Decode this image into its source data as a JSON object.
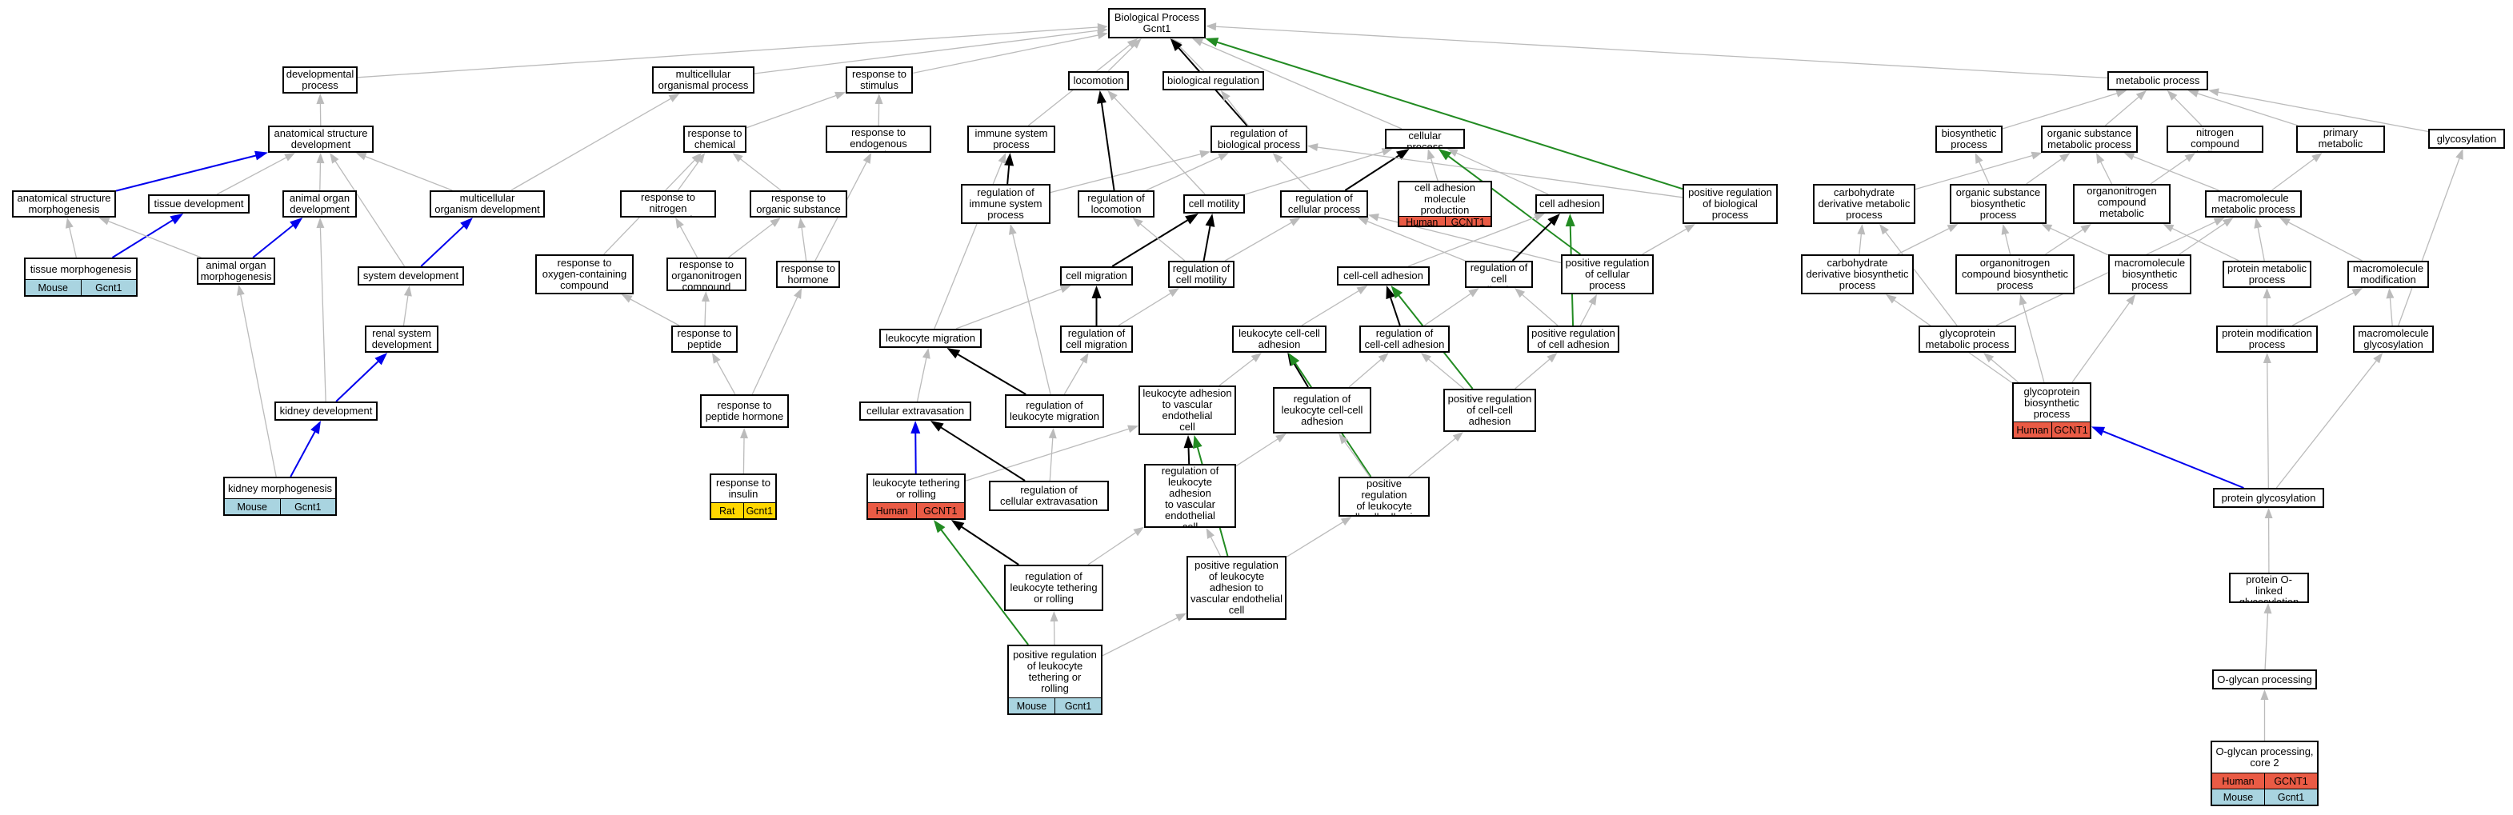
{
  "colors": {
    "human": "#ea5b45",
    "mouse": "#a9d4e0",
    "rat": "#ffd700",
    "edge_gray": "#bbbbbb",
    "edge_black": "#000000",
    "edge_blue": "#0000ee",
    "edge_green": "#228b22"
  },
  "nodes": [
    {
      "id": "bp",
      "label": "Biological Process\nGcnt1"
    },
    {
      "id": "dev_proc",
      "label": "developmental\nprocess"
    },
    {
      "id": "multi_org",
      "label": "multicellular\norganismal process"
    },
    {
      "id": "resp_stim",
      "label": "response to\nstimulus"
    },
    {
      "id": "locomotion",
      "label": "locomotion"
    },
    {
      "id": "bio_reg",
      "label": "biological regulation"
    },
    {
      "id": "metab",
      "label": "metabolic process"
    },
    {
      "id": "anat_dev",
      "label": "anatomical structure\ndevelopment"
    },
    {
      "id": "resp_chem",
      "label": "response to\nchemical"
    },
    {
      "id": "resp_endo",
      "label": "response to\nendogenous stimulus"
    },
    {
      "id": "immune",
      "label": "immune system\nprocess"
    },
    {
      "id": "reg_bio",
      "label": "regulation of\nbiological process"
    },
    {
      "id": "cell_proc",
      "label": "cellular process"
    },
    {
      "id": "biosyn",
      "label": "biosynthetic\nprocess"
    },
    {
      "id": "org_sub",
      "label": "organic substance\nmetabolic process"
    },
    {
      "id": "nitro",
      "label": "nitrogen compound\nmetabolic process"
    },
    {
      "id": "prim_met",
      "label": "primary metabolic\nprocess"
    },
    {
      "id": "glycosyl",
      "label": "glycosylation"
    },
    {
      "id": "anat_morph",
      "label": "anatomical structure\nmorphogenesis"
    },
    {
      "id": "tissue_dev",
      "label": "tissue development"
    },
    {
      "id": "animal_organ_dev",
      "label": "animal organ\ndevelopment"
    },
    {
      "id": "multi_org_dev",
      "label": "multicellular\norganism development"
    },
    {
      "id": "resp_nitro",
      "label": "response to\nnitrogen compound"
    },
    {
      "id": "resp_org_sub",
      "label": "response to\norganic substance"
    },
    {
      "id": "reg_immune",
      "label": "regulation of\nimmune system\nprocess"
    },
    {
      "id": "reg_loco",
      "label": "regulation of\nlocomotion"
    },
    {
      "id": "cell_motility",
      "label": "cell motility"
    },
    {
      "id": "reg_cell_proc",
      "label": "regulation of\ncellular process"
    },
    {
      "id": "cell_adh_mol",
      "label": "cell adhesion\nmolecule production",
      "tags": [
        [
          "Human",
          "human"
        ],
        [
          "GCNT1",
          "human"
        ]
      ]
    },
    {
      "id": "cell_adh",
      "label": "cell adhesion"
    },
    {
      "id": "pos_reg_bio",
      "label": "positive regulation\nof biological\nprocess"
    },
    {
      "id": "carb_deriv",
      "label": "carbohydrate\nderivative metabolic\nprocess"
    },
    {
      "id": "org_sub_bio",
      "label": "organic substance\nbiosynthetic\nprocess"
    },
    {
      "id": "organonitro",
      "label": "organonitrogen\ncompound metabolic\nprocess"
    },
    {
      "id": "macro_met",
      "label": "macromolecule\nmetabolic process"
    },
    {
      "id": "tissue_morph",
      "label": "tissue morphogenesis",
      "tags": [
        [
          "Mouse",
          "mouse"
        ],
        [
          "Gcnt1",
          "mouse"
        ]
      ]
    },
    {
      "id": "animal_organ_morph",
      "label": "animal organ\nmorphogenesis"
    },
    {
      "id": "system_dev",
      "label": "system development"
    },
    {
      "id": "resp_oxy",
      "label": "response to\noxygen-containing\ncompound"
    },
    {
      "id": "resp_organonitro",
      "label": "response to\norganonitrogen\ncompound"
    },
    {
      "id": "resp_hormone",
      "label": "response to\nhormone"
    },
    {
      "id": "cell_migration",
      "label": "cell migration"
    },
    {
      "id": "reg_cell_motility",
      "label": "regulation of\ncell motility"
    },
    {
      "id": "cell_cell_adh",
      "label": "cell-cell adhesion"
    },
    {
      "id": "reg_cell_adh",
      "label": "regulation of\ncell adhesion"
    },
    {
      "id": "pos_reg_cell_proc",
      "label": "positive regulation\nof cellular\nprocess"
    },
    {
      "id": "carb_deriv_bio",
      "label": "carbohydrate\nderivative biosynthetic\nprocess"
    },
    {
      "id": "organonitro_bio",
      "label": "organonitrogen\ncompound biosynthetic\nprocess"
    },
    {
      "id": "macro_bio",
      "label": "macromolecule\nbiosynthetic\nprocess"
    },
    {
      "id": "protein_met",
      "label": "protein metabolic\nprocess"
    },
    {
      "id": "macro_mod",
      "label": "macromolecule\nmodification"
    },
    {
      "id": "renal",
      "label": "renal system\ndevelopment"
    },
    {
      "id": "resp_peptide",
      "label": "response to\npeptide"
    },
    {
      "id": "leuk_mig",
      "label": "leukocyte migration"
    },
    {
      "id": "reg_cell_mig",
      "label": "regulation of\ncell migration"
    },
    {
      "id": "leuk_cc_adh",
      "label": "leukocyte cell-cell\nadhesion"
    },
    {
      "id": "reg_cc_adh",
      "label": "regulation of\ncell-cell adhesion"
    },
    {
      "id": "pos_reg_cell_adh",
      "label": "positive regulation\nof cell adhesion"
    },
    {
      "id": "glycoprot_met",
      "label": "glycoprotein\nmetabolic process"
    },
    {
      "id": "protein_mod",
      "label": "protein modification\nprocess"
    },
    {
      "id": "macro_glyco",
      "label": "macromolecule\nglycosylation"
    },
    {
      "id": "kidney_dev",
      "label": "kidney development"
    },
    {
      "id": "resp_pep_hormone",
      "label": "response to\npeptide hormone"
    },
    {
      "id": "cell_extrav",
      "label": "cellular extravasation"
    },
    {
      "id": "reg_leuk_mig",
      "label": "regulation of\nleukocyte migration"
    },
    {
      "id": "leuk_adh_vasc",
      "label": "leukocyte adhesion\nto vascular\nendothelial\ncell"
    },
    {
      "id": "reg_leuk_cc",
      "label": "regulation of\nleukocyte cell-cell\nadhesion"
    },
    {
      "id": "pos_reg_cc_adh",
      "label": "positive regulation\nof cell-cell\nadhesion"
    },
    {
      "id": "glycoprot_bio",
      "label": "glycoprotein\nbiosynthetic\nprocess",
      "tags": [
        [
          "Human",
          "human"
        ],
        [
          "GCNT1",
          "human"
        ]
      ]
    },
    {
      "id": "kidney_morph",
      "label": "kidney morphogenesis",
      "tags": [
        [
          "Mouse",
          "mouse"
        ],
        [
          "Gcnt1",
          "mouse"
        ]
      ]
    },
    {
      "id": "resp_insulin",
      "label": "response to\ninsulin",
      "tags": [
        [
          "Rat",
          "rat"
        ],
        [
          "Gcnt1",
          "rat"
        ]
      ]
    },
    {
      "id": "leuk_tether",
      "label": "leukocyte tethering\nor rolling",
      "tags": [
        [
          "Human",
          "human"
        ],
        [
          "GCNT1",
          "human"
        ]
      ]
    },
    {
      "id": "reg_cell_extrav",
      "label": "regulation of\ncellular extravasation"
    },
    {
      "id": "reg_leuk_adh_vasc",
      "label": "regulation of\nleukocyte adhesion\nto vascular\nendothelial\ncell"
    },
    {
      "id": "pos_reg_leuk_cc",
      "label": "positive regulation\nof leukocyte\ncell-cell adhesion"
    },
    {
      "id": "protein_glyco",
      "label": "protein glycosylation"
    },
    {
      "id": "reg_leuk_tether",
      "label": "regulation of\nleukocyte tethering\nor rolling"
    },
    {
      "id": "pos_reg_leuk_adh_vasc",
      "label": "positive regulation\nof leukocyte\nadhesion to\nvascular endothelial\ncell"
    },
    {
      "id": "prot_o_glyco",
      "label": "protein O-linked\nglycosylation"
    },
    {
      "id": "pos_reg_leuk_tether",
      "label": "positive regulation\nof leukocyte\ntethering or\nrolling",
      "tags": [
        [
          "Mouse",
          "mouse"
        ],
        [
          "Gcnt1",
          "mouse"
        ]
      ]
    },
    {
      "id": "o_glycan",
      "label": "O-glycan processing"
    },
    {
      "id": "o_glycan_core2",
      "label": "O-glycan processing,\ncore 2",
      "tags": [
        [
          "Human",
          "human"
        ],
        [
          "GCNT1",
          "human"
        ],
        [
          "Mouse",
          "mouse"
        ],
        [
          "Gcnt1",
          "mouse"
        ]
      ]
    }
  ]
}
